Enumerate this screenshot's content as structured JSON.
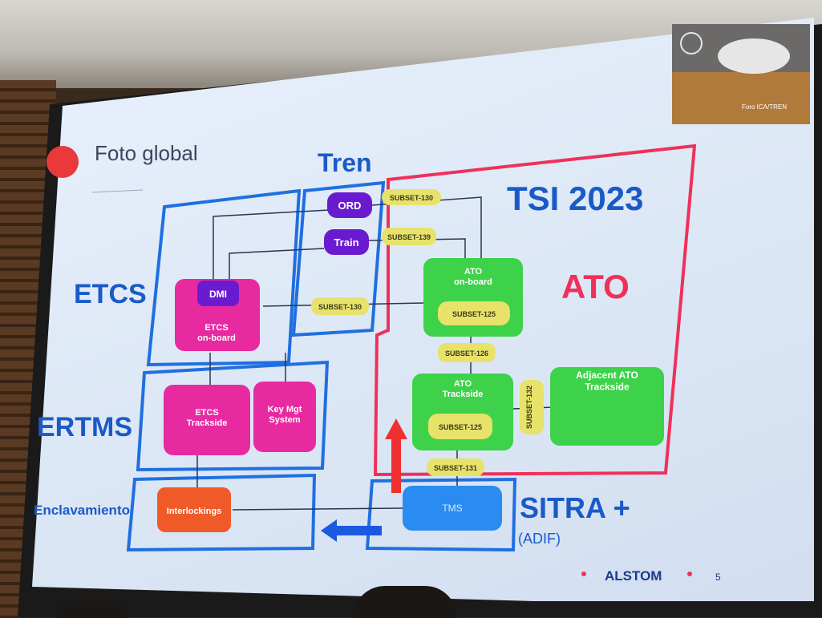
{
  "slide": {
    "title": "Foto global",
    "tren_label": "Tren",
    "tsi_label": "TSI 2023",
    "ato_big": "ATO",
    "etcs_label": "ETCS",
    "ertms_label": "ERTMS",
    "enclavamiento_label": "Enclavamiento",
    "sitra_label": "SITRA +",
    "adif_label": "(ADIF)",
    "foro_label": "Foro ICA/TREN",
    "brand": "ALSTOM",
    "page_number": "5"
  },
  "nodes": {
    "ord": "ORD",
    "train": "Train",
    "dmi": "DMI",
    "etcs_onboard": "ETCS\non-board",
    "ato_onboard": "ATO\non-board",
    "ato_trackside": "ATO\nTrackside",
    "adjacent_ato": "Adjacent ATO\nTrackside",
    "etcs_trackside": "ETCS\nTrackside",
    "key_mgt": "Key Mgt\nSystem",
    "interlockings": "Interlockings",
    "tms": "TMS"
  },
  "subsets": {
    "s130_top": "SUBSET-130",
    "s139": "SUBSET-139",
    "s130_mid": "SUBSET-130",
    "s125_onboard": "SUBSET-125",
    "s126": "SUBSET-126",
    "s125_trackside": "SUBSET-125",
    "s132": "SUBSET-132",
    "s131": "SUBSET-131"
  },
  "colors": {
    "blue_frame": "#1f6fe0",
    "red_frame": "#f0305a",
    "magenta": "#e82aa0",
    "purple": "#6a1bd0",
    "green": "#3dd24a",
    "yellow": "#e8e26a",
    "orange": "#f05a28",
    "tms_blue": "#2a8cf0",
    "title_blue": "#1a5ac8"
  }
}
